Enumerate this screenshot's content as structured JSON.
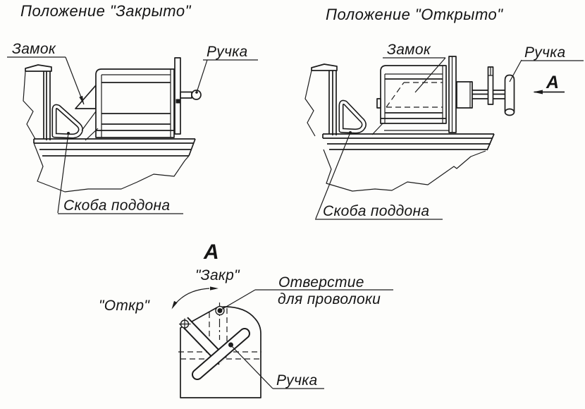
{
  "page": {
    "background": "#fdfdfb",
    "line_color": "#1c1c1c",
    "text_color": "#151515"
  },
  "figure_closed": {
    "title": "Положение  \"Закрыто\"",
    "labels": {
      "lock": "Замок",
      "handle": "Ручка",
      "pallet_bracket": "Скоба поддона"
    }
  },
  "figure_open": {
    "title": "Положение  \"Открыто\"",
    "view_letter": "А",
    "labels": {
      "lock": "Замок",
      "handle": "Ручка",
      "pallet_bracket": "Скоба поддона"
    }
  },
  "figure_view_a": {
    "view_letter": "А",
    "labels": {
      "closed_position": "\"Закр\"",
      "open_position": "\"Откр\"",
      "wire_hole_line1": "Отверстие",
      "wire_hole_line2": "для проволоки",
      "handle": "Ручка"
    }
  }
}
